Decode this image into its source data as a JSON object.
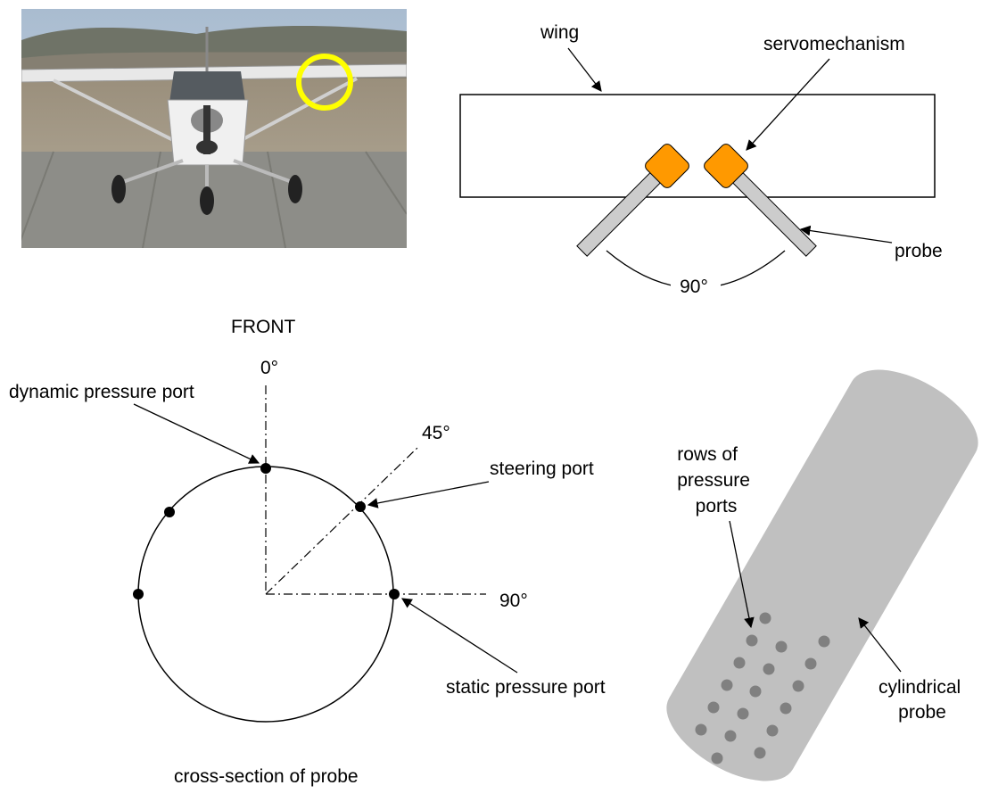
{
  "photo": {
    "callout_color": "#ffff00"
  },
  "wing_diagram": {
    "wing_label": "wing",
    "servo_label": "servomechanism",
    "probe_label": "probe",
    "angle_label": "90°",
    "servo_color": "#ff9900",
    "probe_color": "#cccccc"
  },
  "cross_section": {
    "front_label": "FRONT",
    "angle_0_label": "0°",
    "angle_45_label": "45°",
    "angle_90_label": "90°",
    "dynamic_port_label": "dynamic pressure port",
    "steering_port_label": "steering port",
    "static_port_label": "static pressure port",
    "caption": "cross-section of probe"
  },
  "cylinder": {
    "rows_label_line1": "rows of",
    "rows_label_line2": "pressure",
    "rows_label_line3": "ports",
    "probe_label_line1": "cylindrical",
    "probe_label_line2": "probe",
    "body_color": "#c0c0c0",
    "port_color": "#808080"
  }
}
